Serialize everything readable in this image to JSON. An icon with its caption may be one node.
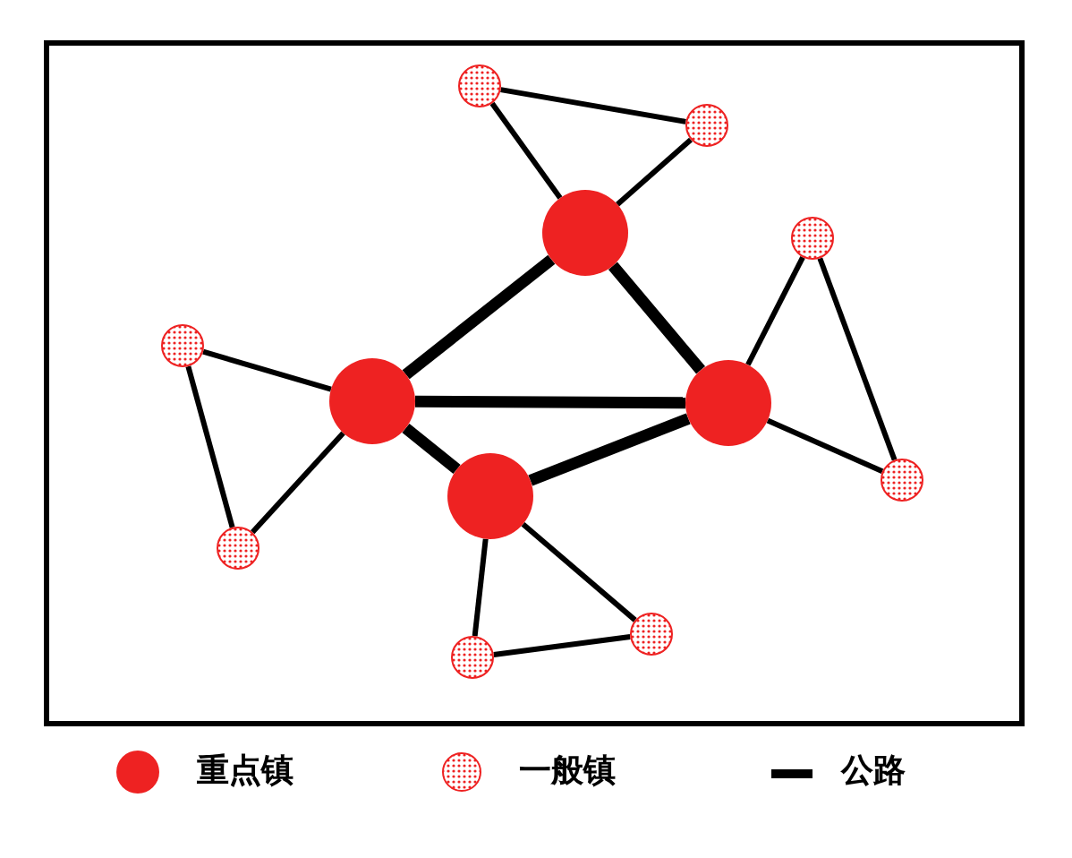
{
  "diagram": {
    "nodes": [
      {
        "text": [],
        "shape": "circle"
      },
      {
        "text": [],
        "shape": "circle"
      },
      {
        "text": [],
        "shape": "circle"
      },
      {
        "text": [],
        "shape": "circle"
      },
      {
        "text": [],
        "shape": "circle"
      },
      {
        "text": [],
        "shape": "circle"
      },
      {
        "text": [],
        "shape": "circle"
      },
      {
        "text": [],
        "shape": "circle"
      },
      {
        "text": [],
        "shape": "circle"
      },
      {
        "text": [],
        "shape": "circle"
      },
      {
        "text": [],
        "shape": "circle"
      },
      {
        "text": [],
        "shape": "circle"
      }
    ],
    "edges": [
      {
        "from": 2,
        "to": 0,
        "arrow": "none"
      },
      {
        "from": 2,
        "to": 1,
        "arrow": "none"
      },
      {
        "from": 0,
        "to": 1,
        "arrow": "none"
      },
      {
        "from": 2,
        "to": 5,
        "arrow": "none",
        "style": "thick"
      },
      {
        "from": 2,
        "to": 6,
        "arrow": "none",
        "style": "thick"
      },
      {
        "from": 5,
        "to": 6,
        "arrow": "none",
        "style": "thick"
      },
      {
        "from": 5,
        "to": 8,
        "arrow": "none",
        "style": "thick"
      },
      {
        "from": 8,
        "to": 6,
        "arrow": "none",
        "style": "thick"
      },
      {
        "from": 6,
        "to": 3,
        "arrow": "none"
      },
      {
        "from": 6,
        "to": 7,
        "arrow": "none"
      },
      {
        "from": 3,
        "to": 7,
        "arrow": "none"
      },
      {
        "from": 5,
        "to": 4,
        "arrow": "none"
      },
      {
        "from": 5,
        "to": 9,
        "arrow": "none"
      },
      {
        "from": 4,
        "to": 9,
        "arrow": "none"
      },
      {
        "from": 8,
        "to": 11,
        "arrow": "none"
      },
      {
        "from": 8,
        "to": 10,
        "arrow": "none"
      },
      {
        "from": 11,
        "to": 10,
        "arrow": "none"
      }
    ],
    "legend": [
      {
        "text": "重点镇",
        "color": "#ee2222"
      },
      {
        "text": "一般镇"
      },
      {
        "text": "公路"
      }
    ]
  }
}
